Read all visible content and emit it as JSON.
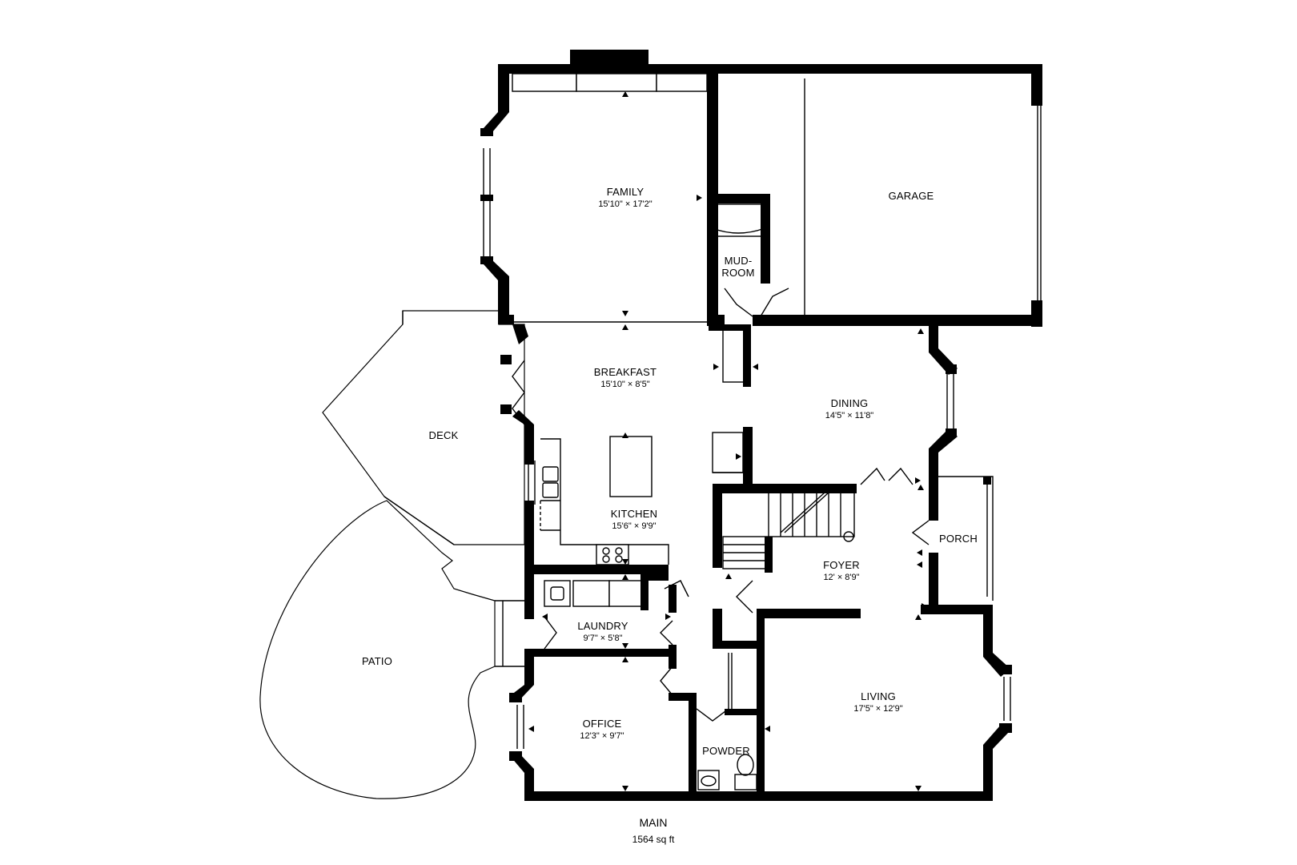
{
  "floor": {
    "name": "MAIN",
    "area": "1564 sq ft"
  },
  "rooms": {
    "family": {
      "label": "FAMILY",
      "dims": "15'10\" × 17'2\""
    },
    "garage": {
      "label": "GARAGE"
    },
    "mudroom": {
      "label1": "MUD-",
      "label2": "ROOM"
    },
    "breakfast": {
      "label": "BREAKFAST",
      "dims": "15'10\" × 8'5\""
    },
    "dining": {
      "label": "DINING",
      "dims": "14'5\" × 11'8\""
    },
    "deck": {
      "label": "DECK"
    },
    "kitchen": {
      "label": "KITCHEN",
      "dims": "15'6\" × 9'9\""
    },
    "foyer": {
      "label": "FOYER",
      "dims": "12' × 8'9\""
    },
    "porch": {
      "label": "PORCH"
    },
    "laundry": {
      "label": "LAUNDRY",
      "dims": "9'7\" × 5'8\""
    },
    "patio": {
      "label": "PATIO"
    },
    "office": {
      "label": "OFFICE",
      "dims": "12'3\" × 9'7\""
    },
    "living": {
      "label": "LIVING",
      "dims": "17'5\" × 12'9\""
    },
    "powder": {
      "label": "POWDER"
    }
  }
}
